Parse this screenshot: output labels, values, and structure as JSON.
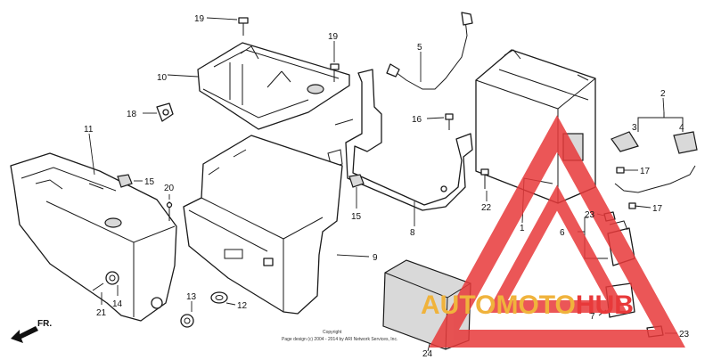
{
  "callouts": [
    {
      "id": "c19a",
      "label": "19"
    },
    {
      "id": "c19b",
      "label": "19"
    },
    {
      "id": "c10",
      "label": "10"
    },
    {
      "id": "c5",
      "label": "5"
    },
    {
      "id": "c18",
      "label": "18"
    },
    {
      "id": "c16",
      "label": "16"
    },
    {
      "id": "c2",
      "label": "2"
    },
    {
      "id": "c3",
      "label": "3"
    },
    {
      "id": "c4",
      "label": "4"
    },
    {
      "id": "c11",
      "label": "11"
    },
    {
      "id": "c15a",
      "label": "15"
    },
    {
      "id": "c15b",
      "label": "15"
    },
    {
      "id": "c20",
      "label": "20"
    },
    {
      "id": "c17a",
      "label": "17"
    },
    {
      "id": "c17b",
      "label": "17"
    },
    {
      "id": "c22",
      "label": "22"
    },
    {
      "id": "c1",
      "label": "1"
    },
    {
      "id": "c23a",
      "label": "23"
    },
    {
      "id": "c6",
      "label": "6"
    },
    {
      "id": "c8",
      "label": "8"
    },
    {
      "id": "c9",
      "label": "9"
    },
    {
      "id": "c14",
      "label": "14"
    },
    {
      "id": "c21",
      "label": "21"
    },
    {
      "id": "c13",
      "label": "13"
    },
    {
      "id": "c12",
      "label": "12"
    },
    {
      "id": "c7",
      "label": "7"
    },
    {
      "id": "c23b",
      "label": "23"
    },
    {
      "id": "c24",
      "label": "24"
    }
  ],
  "front_label": "FR.",
  "copyright": {
    "line1": "Copyright",
    "line2": "Page design (c) 2004 - 2014 by ARI Network Services, Inc."
  },
  "watermark": {
    "part1": "AUTOMOTO",
    "part2": "HUB",
    "color_red": "#e8393a",
    "color_gold": "#f0b33c"
  }
}
